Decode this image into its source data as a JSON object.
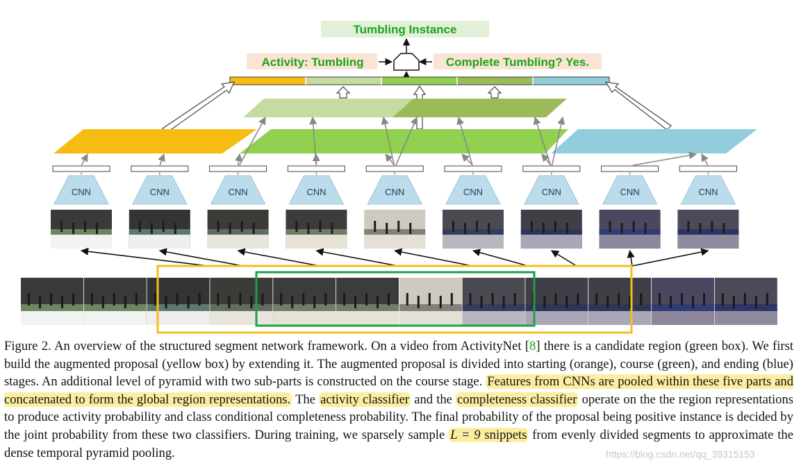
{
  "labels": {
    "output": "Tumbling Instance",
    "activity": "Activity: Tumbling",
    "completeness": "Complete Tumbling? Yes."
  },
  "cnn_label": "CNN",
  "cnn_count": 9,
  "frame_count": 12,
  "colors": {
    "starting": "#f7bc12",
    "course": "#92d050",
    "course_sub_1": "#c5dca0",
    "course_sub_2": "#9bbb59",
    "ending": "#92cddc",
    "label_box": "#fbe4d5",
    "output_box": "#e2efd9",
    "label_text": "#1aa51a",
    "augmented_box": "#f5bd1f",
    "candidate_box": "#1e9e4a",
    "cnn": "#bcdcec",
    "highlight": "#fbeea0"
  },
  "caption": {
    "s1": "Figure 2. An overview of the structured segment network framework. On a video from ActivityNet [",
    "ref": "8",
    "s2": "] there is a candidate region (green box). We first build the augmented proposal (yellow box) by extending it. The augmented proposal is divided into starting (orange), course (green), and ending (blue) stages. An additional level of pyramid with two sub-parts is constructed on the course stage. ",
    "h1": "Features from CNNs are pooled within these five parts and concatenated to form the global region representations.",
    "s3": " The ",
    "h2": "activity classifier",
    "s4": " and the ",
    "h3": "completeness classifier",
    "s5": " operate on the the region representations to produce activity probability and class conditional completeness probability. The final probability of the proposal being positive instance is decided by the joint probability from these two classifiers. During training, we sparsely sample ",
    "h4a": "L = 9",
    "h4b": " snippets",
    "s6": " from evenly divided segments to approximate the dense temporal pyramid pooling."
  },
  "watermark": "https://blog.csdn.net/qq_39315153"
}
